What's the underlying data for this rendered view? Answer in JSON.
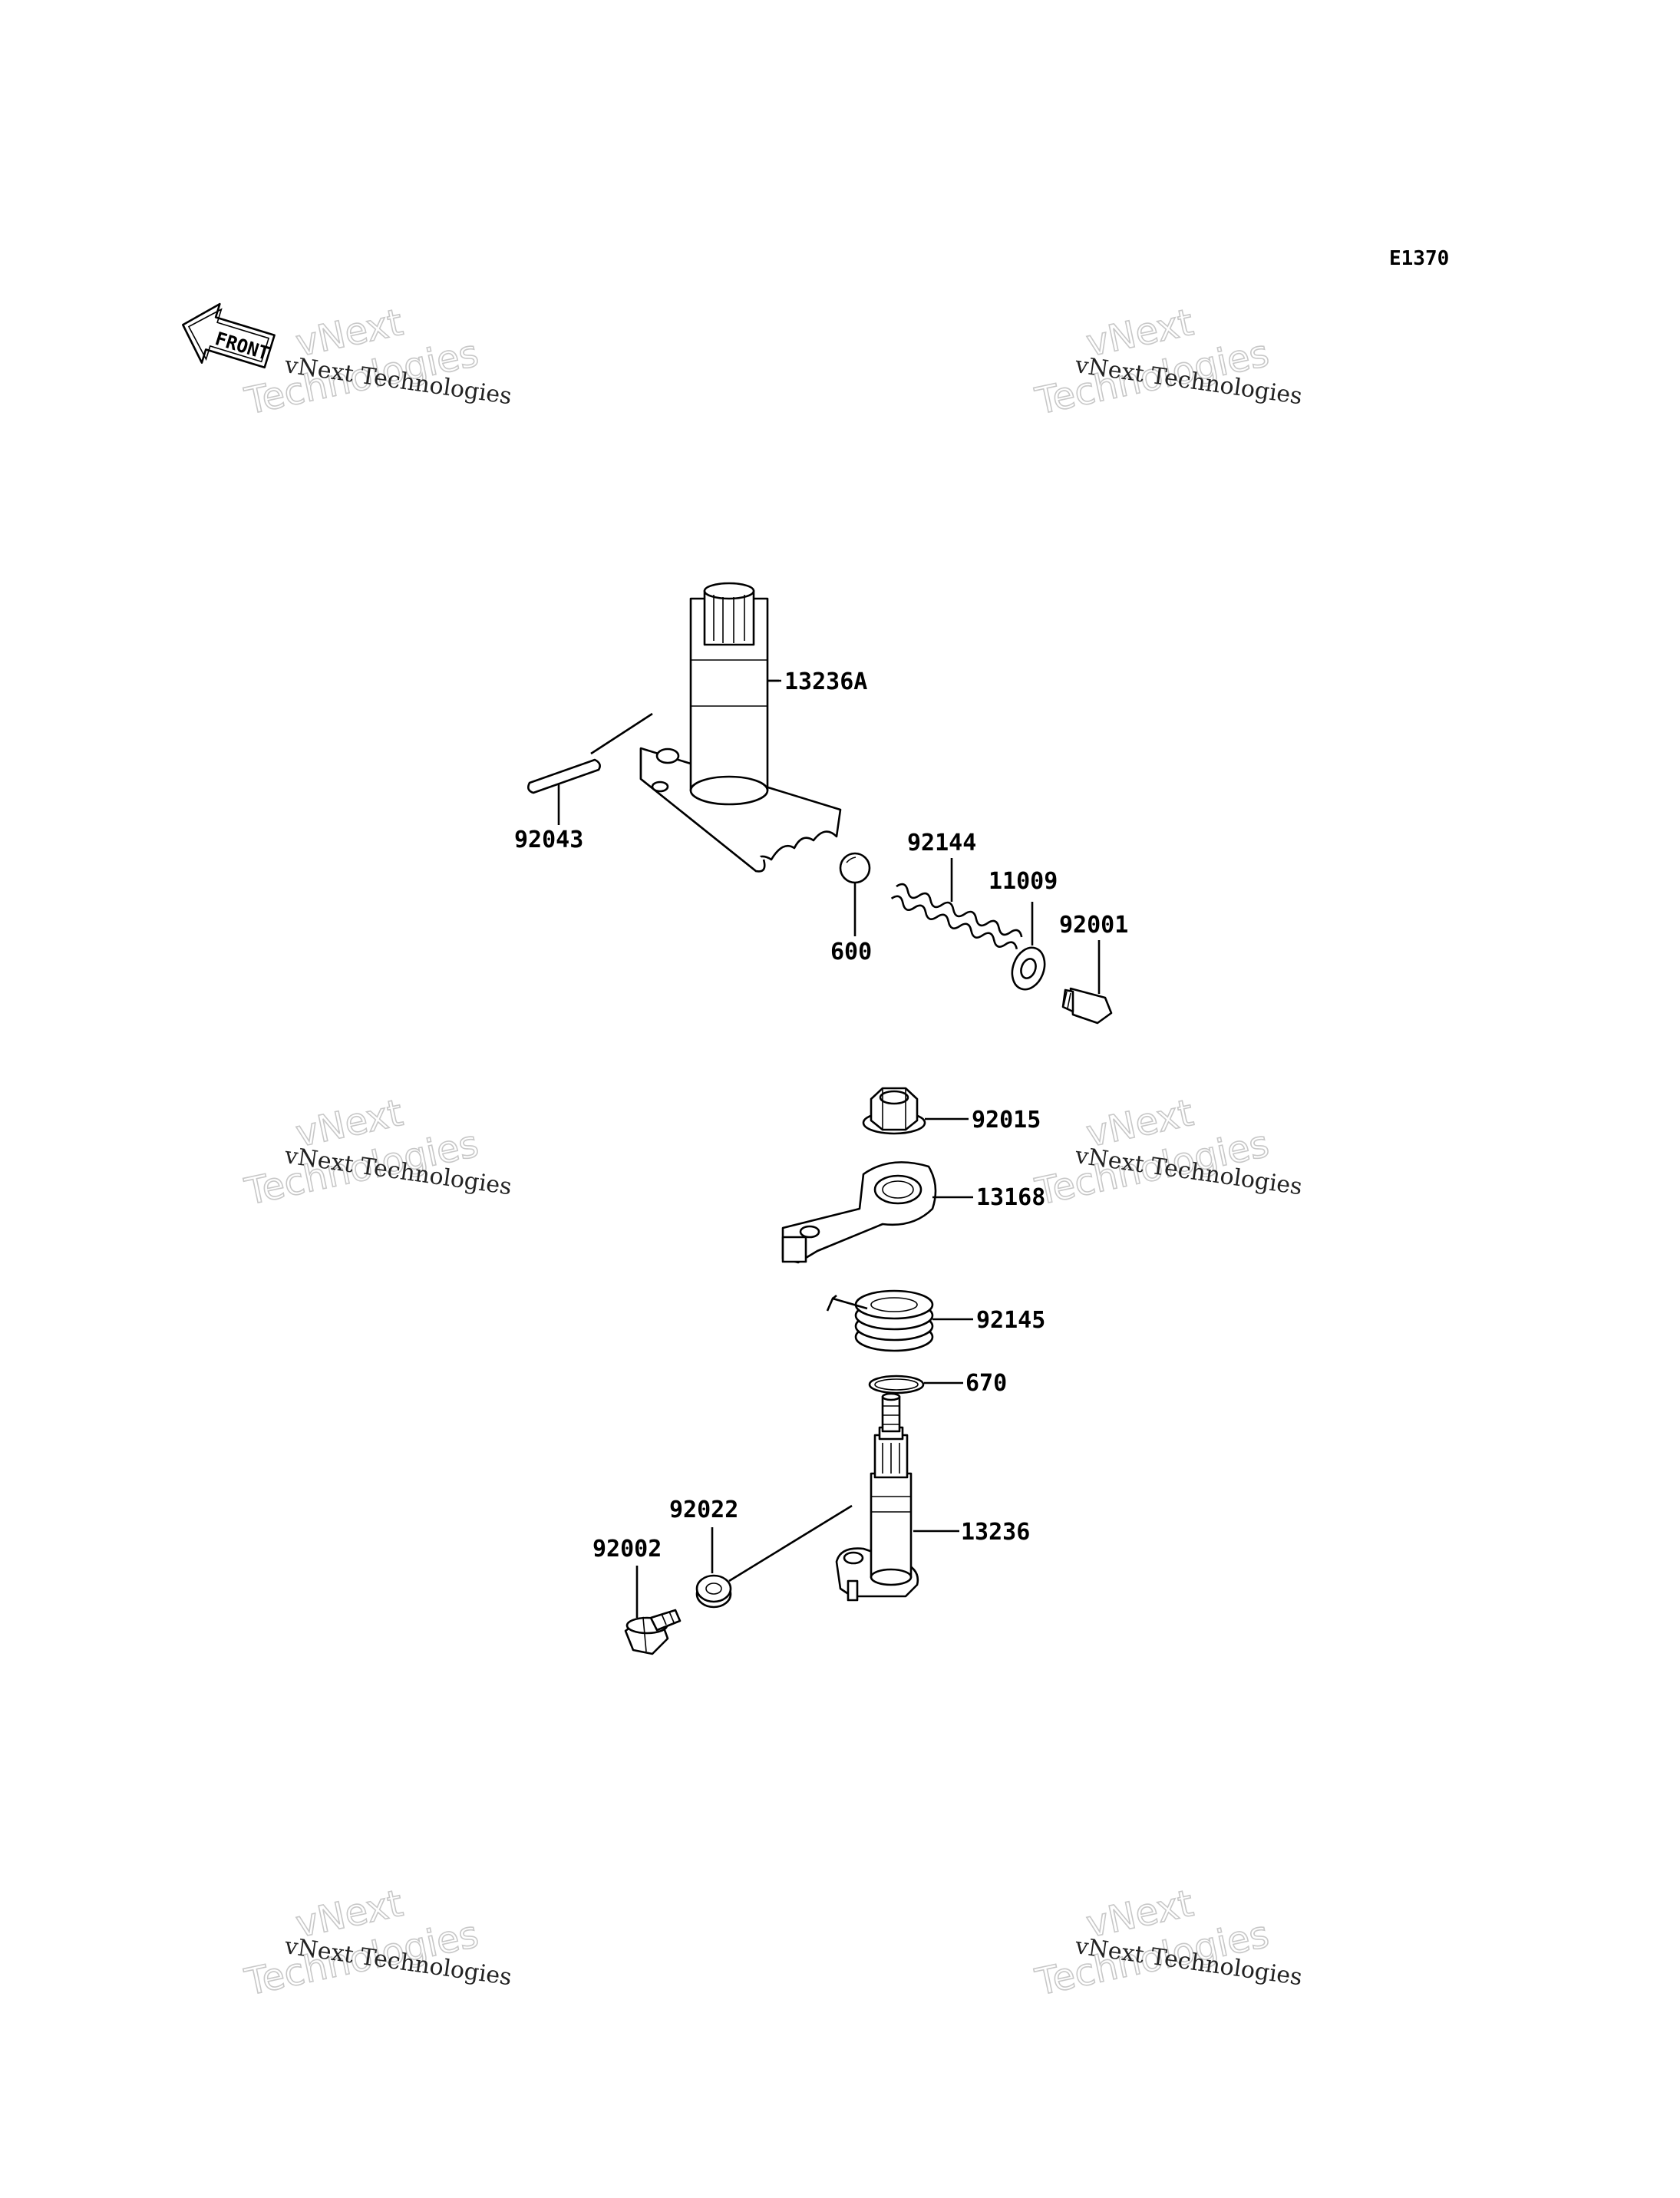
{
  "diagram": {
    "reference_code": "E1370",
    "front_arrow_text": "FRONT",
    "watermark": {
      "line1": "vNext",
      "line2": "Technologies",
      "caption": "vNext Technologies"
    },
    "parts": [
      {
        "id": "13236A",
        "label": "13236A"
      },
      {
        "id": "92043",
        "label": "92043"
      },
      {
        "id": "92144",
        "label": "92144"
      },
      {
        "id": "11009",
        "label": "11009"
      },
      {
        "id": "92001",
        "label": "92001"
      },
      {
        "id": "600",
        "label": "600"
      },
      {
        "id": "92015",
        "label": "92015"
      },
      {
        "id": "13168",
        "label": "13168"
      },
      {
        "id": "92145",
        "label": "92145"
      },
      {
        "id": "670",
        "label": "670"
      },
      {
        "id": "92022",
        "label": "92022"
      },
      {
        "id": "92002",
        "label": "92002"
      },
      {
        "id": "13236",
        "label": "13236"
      }
    ]
  }
}
